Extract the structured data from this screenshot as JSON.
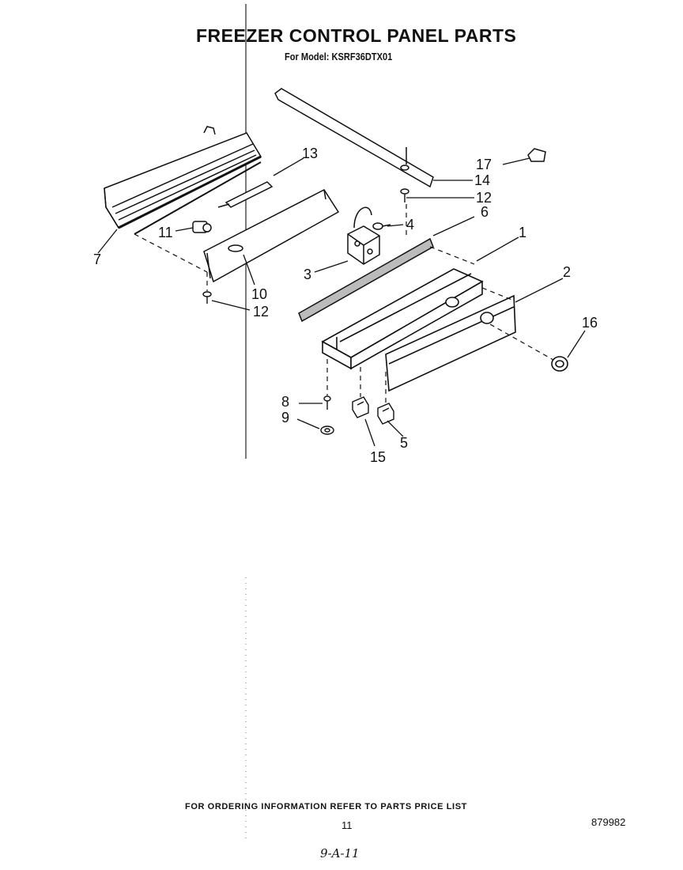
{
  "title": "FREEZER CONTROL PANEL PARTS",
  "subtitle": "For Model: KSRF36DTX01",
  "callouts": [
    "1",
    "2",
    "3",
    "4",
    "5",
    "6",
    "7",
    "8",
    "9",
    "10",
    "11",
    "12",
    "12",
    "13",
    "14",
    "15",
    "16",
    "17"
  ],
  "footer": "FOR ORDERING INFORMATION REFER TO PARTS PRICE LIST",
  "page_number": "11",
  "doc_number": "879982",
  "handwritten_note": "9-A-11"
}
